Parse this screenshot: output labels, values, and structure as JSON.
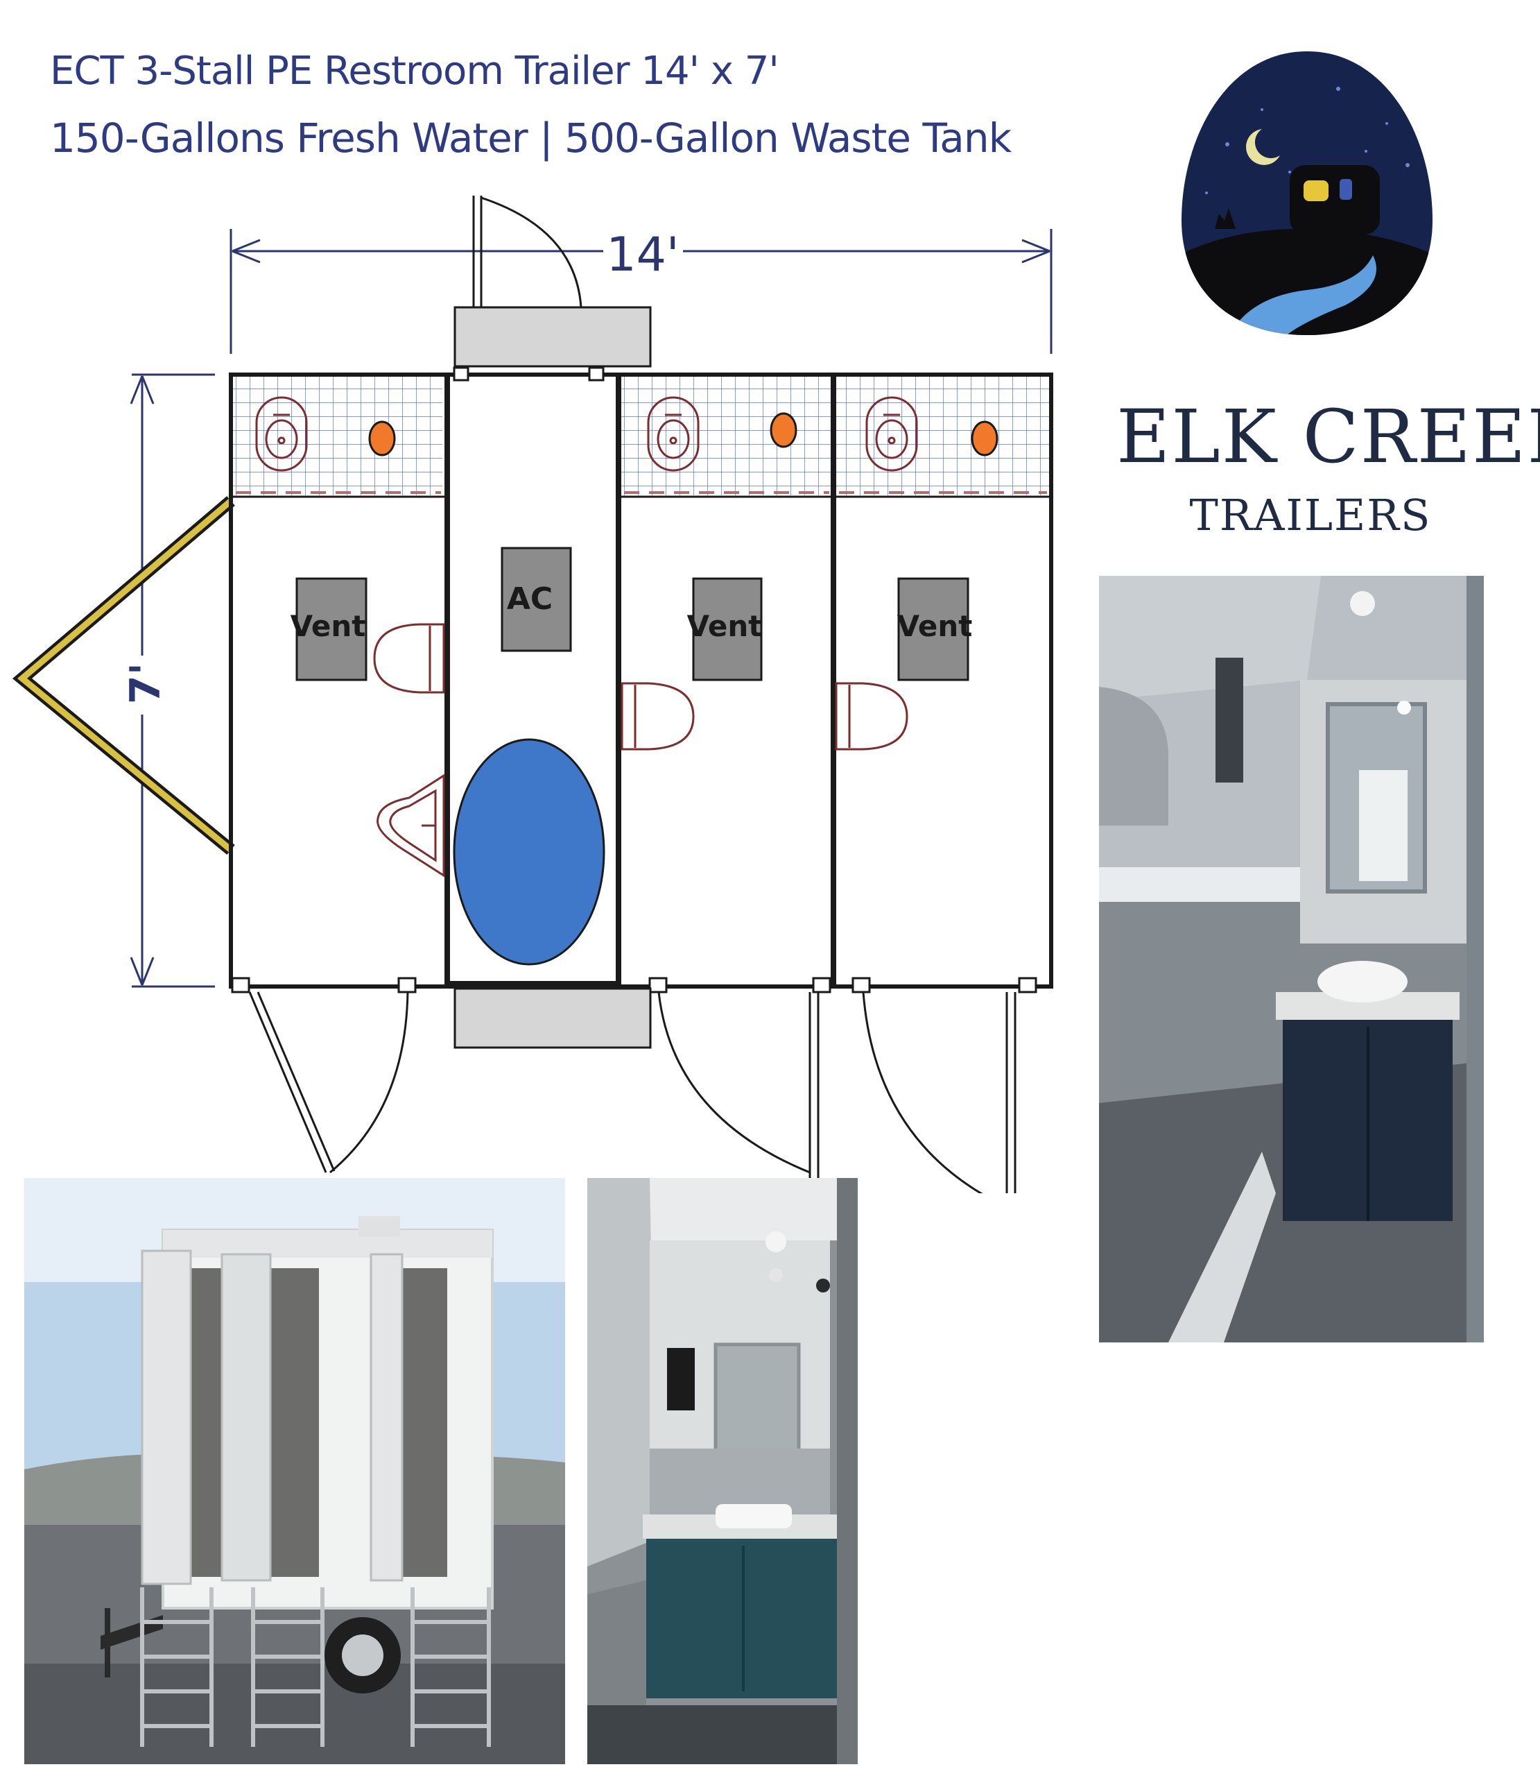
{
  "title": {
    "line1": "ECT 3-Stall PE Restroom Trailer 14' x 7'",
    "line2": "150-Gallons Fresh Water  |  500-Gallon Waste Tank"
  },
  "floor_plan": {
    "width_label": "14'",
    "depth_label": "7'",
    "rooms": [
      {
        "name": "stall-1",
        "label": "Vent"
      },
      {
        "name": "utility",
        "label": "AC"
      },
      {
        "name": "stall-2",
        "label": "Vent"
      },
      {
        "name": "stall-3",
        "label": "Vent"
      }
    ]
  },
  "brand": {
    "name": "ELK CREEK",
    "subtitle": "TRAILERS"
  },
  "photos": [
    {
      "name": "restroom-interior-photo"
    },
    {
      "name": "trailer-exterior-photo"
    },
    {
      "name": "sink-interior-photo"
    }
  ],
  "colors": {
    "title": "#2e3b82",
    "wall": "#1a1a1a",
    "dimension": "#2b3570",
    "tile_grid": "#3b5bd9",
    "fixture": "#7a2e2e",
    "drain": "#f07a2a",
    "tank": "#3f78c9",
    "vent_box": "#8c8c8c",
    "step": "#d6d6d6",
    "hitch": "#d8c043",
    "logo_sky": "#15234d",
    "logo_water": "#5f9fe0",
    "brand": "#1f2a44"
  }
}
